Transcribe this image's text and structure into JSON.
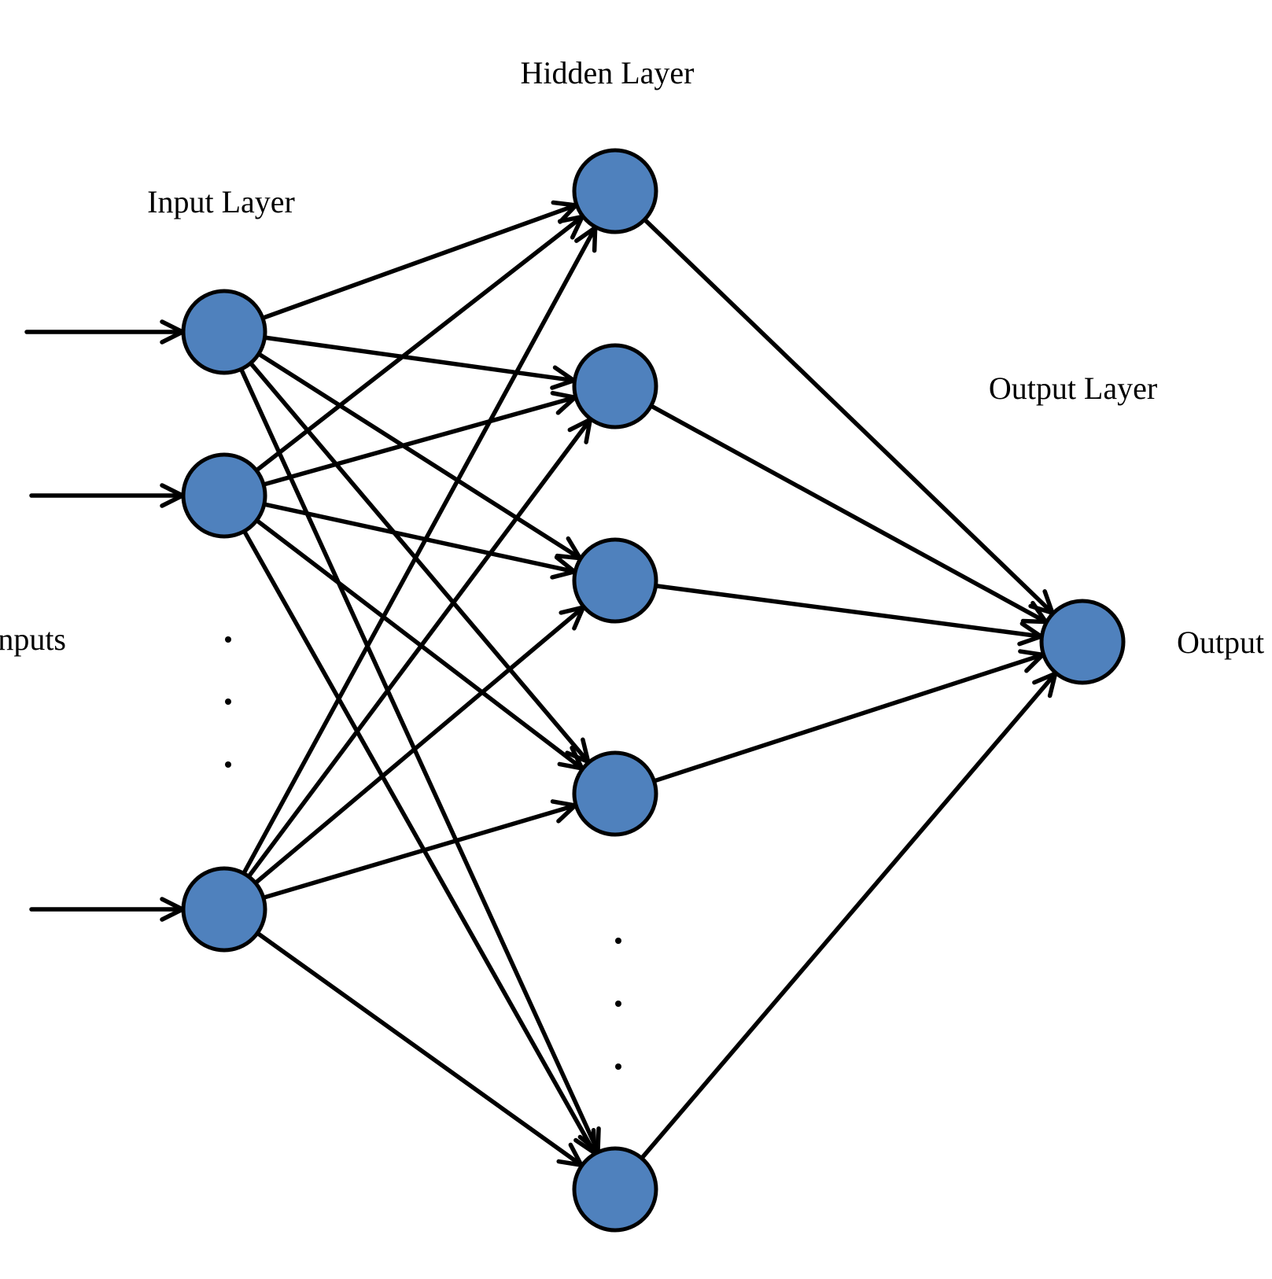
{
  "labels": {
    "hidden_layer": "Hidden Layer",
    "input_layer": "Input Layer",
    "output_layer": "Output Layer",
    "inputs": "Inputs",
    "output": "Output"
  },
  "colors": {
    "node_fill": "#4f81bd",
    "stroke": "#000000",
    "background": "#ffffff"
  },
  "network": {
    "input_nodes_drawn": 3,
    "hidden_nodes_drawn": 5,
    "output_nodes_drawn": 1,
    "ellipsis": "· · ·"
  }
}
